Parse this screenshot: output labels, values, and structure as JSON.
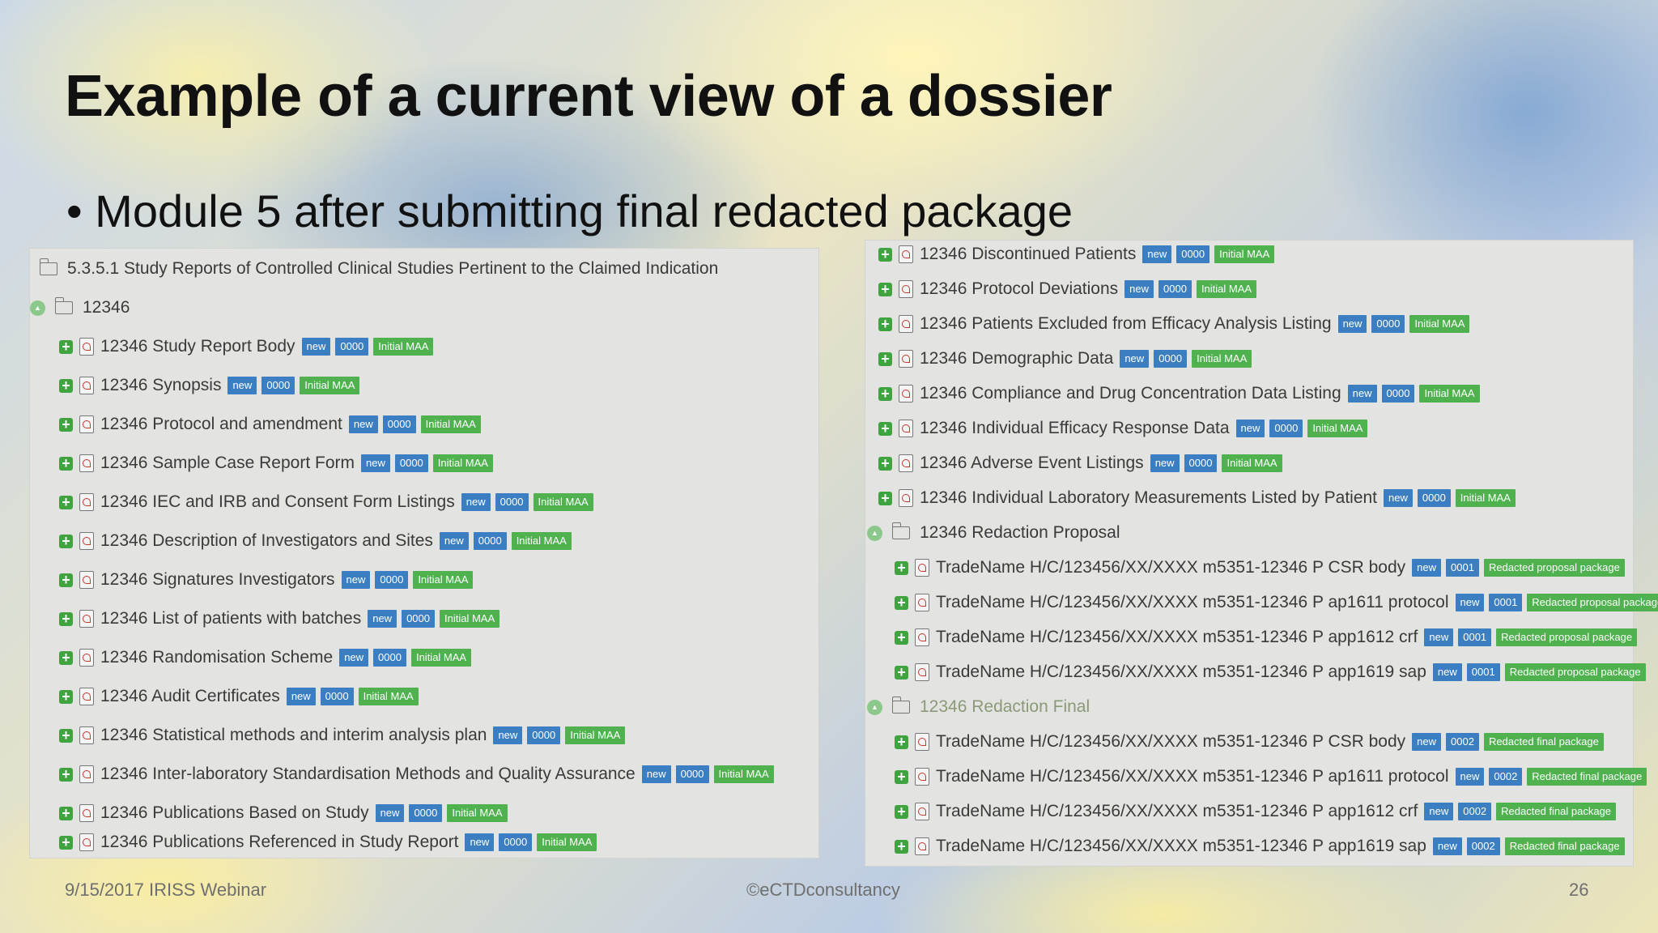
{
  "slide": {
    "title": "Example of a current view of a dossier",
    "bullet": "• Module 5 after submitting final redacted package",
    "footer_left": "9/15/2017 IRISS Webinar",
    "footer_center": "©eCTDconsultancy",
    "footer_right": "26"
  },
  "left_panel": {
    "section_label": "5.3.5.1 Study Reports of Controlled Clinical Studies Pertinent to the Claimed Indication",
    "study_folder": "12346",
    "items": [
      {
        "label": "12346 Study Report Body",
        "status": "new",
        "seq": "0000",
        "activity": "Initial MAA"
      },
      {
        "label": "12346 Synopsis",
        "status": "new",
        "seq": "0000",
        "activity": "Initial MAA"
      },
      {
        "label": "12346 Protocol and amendment",
        "status": "new",
        "seq": "0000",
        "activity": "Initial MAA"
      },
      {
        "label": "12346 Sample Case Report Form",
        "status": "new",
        "seq": "0000",
        "activity": "Initial MAA"
      },
      {
        "label": "12346 IEC and IRB and Consent Form Listings",
        "status": "new",
        "seq": "0000",
        "activity": "Initial MAA"
      },
      {
        "label": "12346 Description of Investigators and Sites",
        "status": "new",
        "seq": "0000",
        "activity": "Initial MAA"
      },
      {
        "label": "12346 Signatures Investigators",
        "status": "new",
        "seq": "0000",
        "activity": "Initial MAA"
      },
      {
        "label": "12346 List of patients with batches",
        "status": "new",
        "seq": "0000",
        "activity": "Initial MAA"
      },
      {
        "label": "12346 Randomisation Scheme",
        "status": "new",
        "seq": "0000",
        "activity": "Initial MAA"
      },
      {
        "label": "12346 Audit Certificates",
        "status": "new",
        "seq": "0000",
        "activity": "Initial MAA"
      },
      {
        "label": "12346 Statistical methods and interim analysis plan",
        "status": "new",
        "seq": "0000",
        "activity": "Initial MAA"
      },
      {
        "label": "12346 Inter-laboratory Standardisation Methods and Quality Assurance",
        "status": "new",
        "seq": "0000",
        "activity": "Initial MAA"
      },
      {
        "label": "12346 Publications Based on Study",
        "status": "new",
        "seq": "0000",
        "activity": "Initial MAA"
      },
      {
        "label": "12346 Publications Referenced in Study Report",
        "status": "new",
        "seq": "0000",
        "activity": "Initial MAA"
      }
    ]
  },
  "right_panel": {
    "items": [
      {
        "label": "12346 Discontinued Patients",
        "status": "new",
        "seq": "0000",
        "activity": "Initial MAA"
      },
      {
        "label": "12346 Protocol Deviations",
        "status": "new",
        "seq": "0000",
        "activity": "Initial MAA"
      },
      {
        "label": "12346 Patients Excluded from Efficacy Analysis Listing",
        "status": "new",
        "seq": "0000",
        "activity": "Initial MAA"
      },
      {
        "label": "12346 Demographic Data",
        "status": "new",
        "seq": "0000",
        "activity": "Initial MAA"
      },
      {
        "label": "12346 Compliance and Drug Concentration Data Listing",
        "status": "new",
        "seq": "0000",
        "activity": "Initial MAA"
      },
      {
        "label": "12346 Individual Efficacy Response Data",
        "status": "new",
        "seq": "0000",
        "activity": "Initial MAA"
      },
      {
        "label": "12346 Adverse Event Listings",
        "status": "new",
        "seq": "0000",
        "activity": "Initial MAA"
      },
      {
        "label": "12346 Individual Laboratory Measurements Listed by Patient",
        "status": "new",
        "seq": "0000",
        "activity": "Initial MAA"
      }
    ],
    "proposal_folder": "12346 Redaction Proposal",
    "proposal_items": [
      {
        "label": "TradeName H/C/123456/XX/XXXX m5351-12346 P CSR body",
        "status": "new",
        "seq": "0001",
        "activity": "Redacted proposal package"
      },
      {
        "label": "TradeName H/C/123456/XX/XXXX m5351-12346 P ap1611 protocol",
        "status": "new",
        "seq": "0001",
        "activity": "Redacted proposal package"
      },
      {
        "label": "TradeName H/C/123456/XX/XXXX m5351-12346 P app1612 crf",
        "status": "new",
        "seq": "0001",
        "activity": "Redacted proposal package"
      },
      {
        "label": "TradeName H/C/123456/XX/XXXX m5351-12346 P app1619 sap",
        "status": "new",
        "seq": "0001",
        "activity": "Redacted proposal package"
      }
    ],
    "final_folder": "12346 Redaction Final",
    "final_items": [
      {
        "label": "TradeName H/C/123456/XX/XXXX m5351-12346 P CSR body",
        "status": "new",
        "seq": "0002",
        "activity": "Redacted final package"
      },
      {
        "label": "TradeName H/C/123456/XX/XXXX m5351-12346 P ap1611 protocol",
        "status": "new",
        "seq": "0002",
        "activity": "Redacted final package"
      },
      {
        "label": "TradeName H/C/123456/XX/XXXX m5351-12346 P app1612 crf",
        "status": "new",
        "seq": "0002",
        "activity": "Redacted final package"
      },
      {
        "label": "TradeName H/C/123456/XX/XXXX m5351-12346 P app1619 sap",
        "status": "new",
        "seq": "0002",
        "activity": "Redacted final package"
      }
    ]
  }
}
